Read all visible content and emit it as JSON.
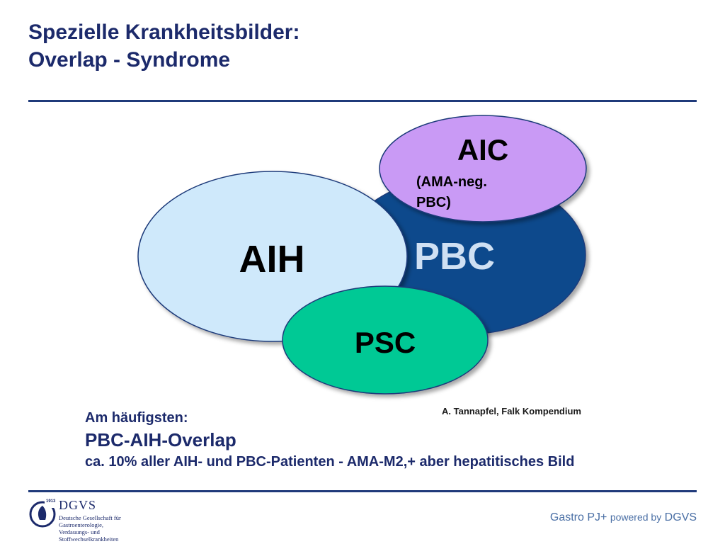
{
  "slide": {
    "title_line1": "Spezielle Krankheitsbilder:",
    "title_line2": "Overlap - Syndrome"
  },
  "diagram": {
    "pbc_label": "PBC",
    "aih_label": "AIH",
    "aic_label": "AIC",
    "aic_sub_line1": "(AMA-neg.",
    "aic_sub_line2": "PBC)",
    "psc_label": "PSC",
    "colors": {
      "pbc": "#0e4a8c",
      "aih": "#cfe9fb",
      "aic": "#c99af5",
      "psc": "#00c995",
      "outline": "#1f3a7a"
    }
  },
  "citation": "A. Tannapfel, Falk Kompendium",
  "summary": {
    "line1": "Am häufigsten:",
    "line2": "PBC-AIH-Overlap",
    "line3": "ca. 10% aller AIH- und PBC-Patienten - AMA-M2,+ aber hepatitisches Bild"
  },
  "logo": {
    "year": "1913",
    "name": "DGVS",
    "sub_line1": "Deutsche Gesellschaft für",
    "sub_line2": "Gastroenterologie,",
    "sub_line3": "Verdauungs- und",
    "sub_line4": "Stoffwechselkrankheiten"
  },
  "footer": {
    "brand_a": "Gastro PJ",
    "brand_plus": "+",
    "brand_b": "powered by",
    "brand_c": "DGVS"
  }
}
